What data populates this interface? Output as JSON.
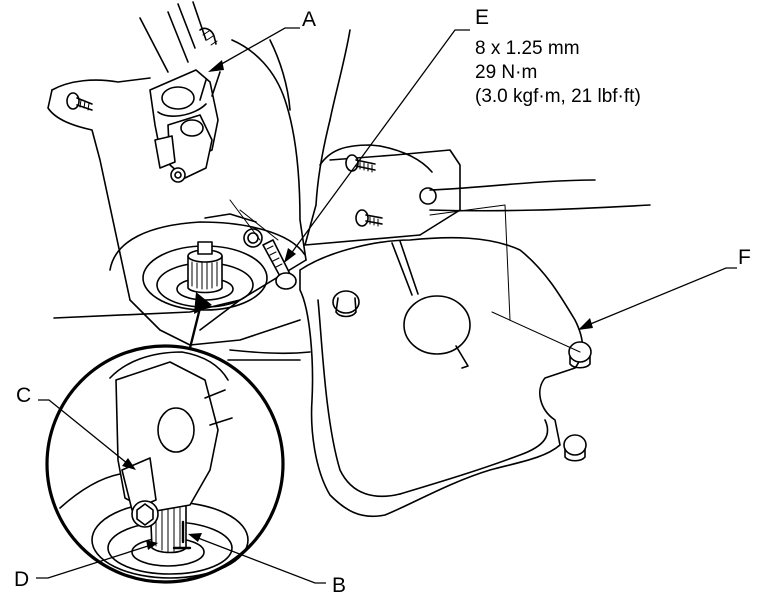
{
  "callouts": {
    "a": "A",
    "b": "B",
    "c": "C",
    "d": "D",
    "e": "E",
    "f": "F"
  },
  "torque_spec": {
    "thread": "8 x 1.25 mm",
    "torque_nm": "29 N·m",
    "torque_alt": "(3.0 kgf·m, 21 lbf·ft)"
  }
}
